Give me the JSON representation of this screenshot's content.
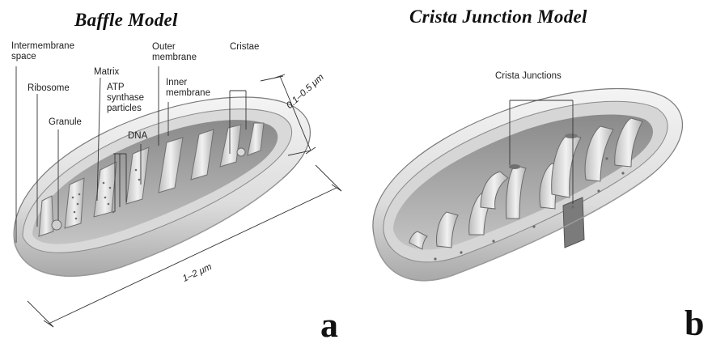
{
  "panel_a": {
    "title": "Baffle  Model",
    "letter": "a",
    "labels": {
      "intermembrane_line1": "Intermembrane",
      "intermembrane_line2": "space",
      "ribosome": "Ribosome",
      "granule": "Granule",
      "matrix": "Matrix",
      "atp_line1": "ATP",
      "atp_line2": "synthase",
      "atp_line3": "particles",
      "dna": "DNA",
      "outer_line1": "Outer",
      "outer_line2": "membrane",
      "inner_line1": "Inner",
      "inner_line2": "membrane",
      "cristae": "Cristae"
    },
    "dimensions": {
      "width": "0.1–0.5 μm",
      "length": "1–2 μm"
    }
  },
  "panel_b": {
    "title": "Crista Junction Model",
    "letter": "b",
    "labels": {
      "crista_junctions": "Crista Junctions"
    }
  },
  "colors": {
    "membrane_light": "#ececec",
    "membrane_mid": "#c8c8c8",
    "membrane_dark": "#8e8e8e",
    "ink": "#222222"
  }
}
